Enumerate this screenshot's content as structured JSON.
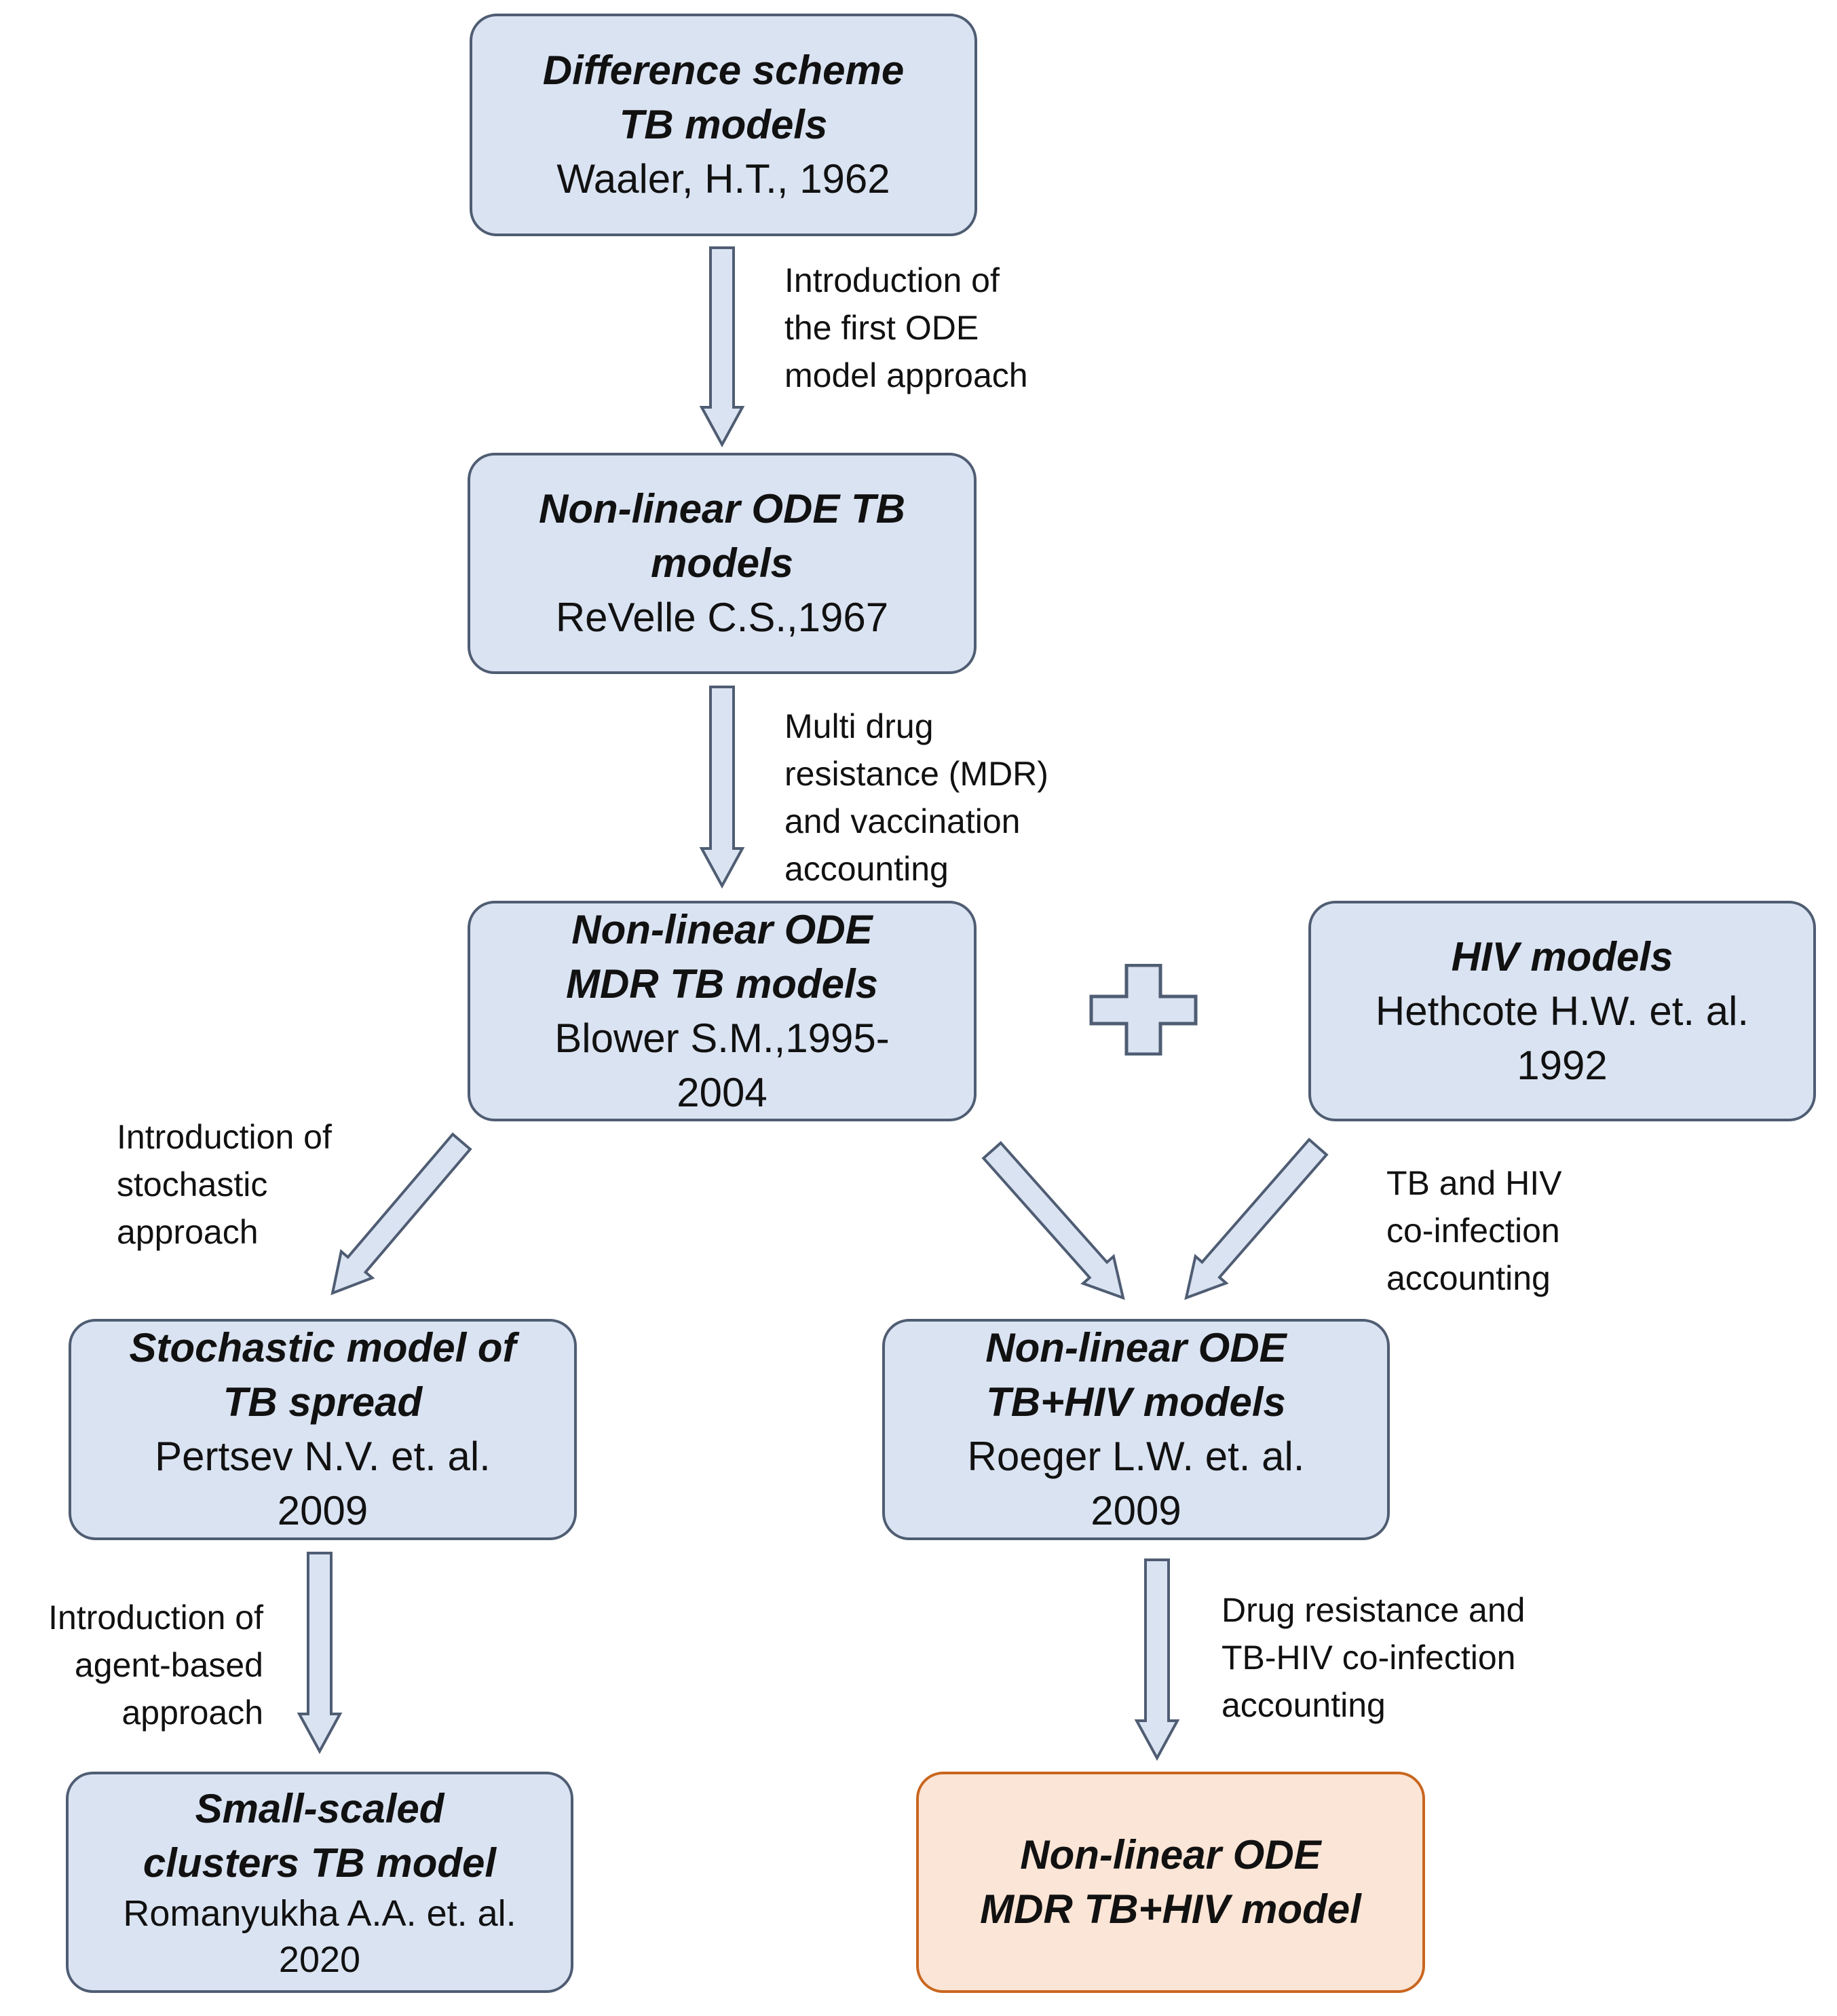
{
  "nodes": {
    "difference": {
      "title": "Difference scheme\nTB models",
      "ref": "Waaler, H.T., 1962"
    },
    "nonlinear": {
      "title": "Non-linear ODE TB\nmodels",
      "ref": "ReVelle C.S.,1967"
    },
    "mdr": {
      "title": "Non-linear ODE\nMDR TB models",
      "ref": "Blower S.M.,1995-\n2004"
    },
    "hiv": {
      "title": "HIV models",
      "ref": "Hethcote H.W. et. al.\n1992"
    },
    "stochastic": {
      "title": "Stochastic model of\nTB spread",
      "ref": "Pertsev N.V. et. al.\n2009"
    },
    "tbhiv": {
      "title": "Non-linear ODE\nTB+HIV models",
      "ref": "Roeger L.W. et. al.\n2009"
    },
    "clusters": {
      "title": "Small-scaled\nclusters TB model",
      "ref": "Romanyukha A.A. et. al.\n2020"
    },
    "final": {
      "title": "Non-linear ODE\nMDR TB+HIV model"
    }
  },
  "edge_labels": {
    "first_ode": "Introduction of\nthe first ODE\nmodel approach",
    "mdr_vacc": "Multi drug\nresistance (MDR)\nand vaccination\naccounting",
    "stochastic": "Introduction of\nstochastic\napproach",
    "coinfection": "TB and HIV\nco-infection\naccounting",
    "agent_based": "Introduction of\nagent-based\napproach",
    "drug_res": "Drug resistance and\nTB-HIV co-infection\naccounting"
  },
  "colors": {
    "node_fill": "#dae3f2",
    "node_border": "#4f5d73",
    "final_fill": "#fbe5d6",
    "final_border": "#c9661f"
  }
}
